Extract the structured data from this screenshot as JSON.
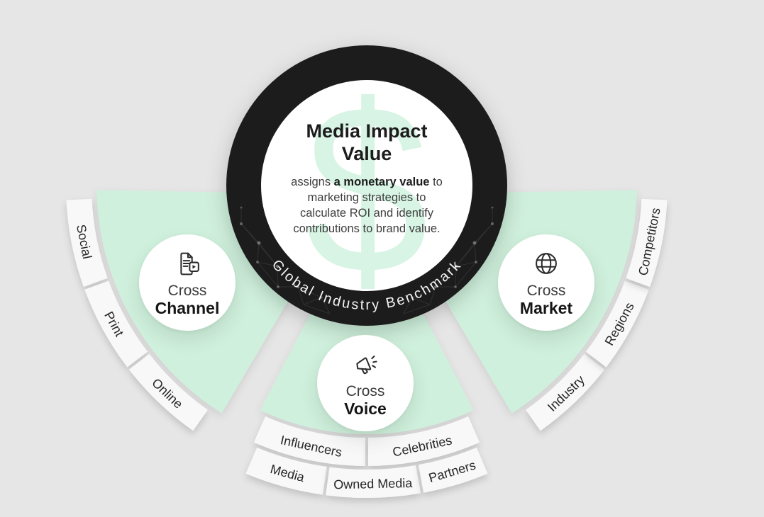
{
  "background_color": "#e6e6e6",
  "colors": {
    "wedge_green": "#cff0dc",
    "ring_black": "#1d1d1f",
    "tile_white": "#f8f8f8",
    "watermark_green": "#d8f4e4",
    "text_dark": "#1c1c1c"
  },
  "center": {
    "title": "Media Impact Value",
    "description_pre": "assigns ",
    "description_bold": "a monetary value",
    "description_post": " to marketing strategies to calculate ROI and identify contributions to brand value.",
    "ring_label": "Global Industry Benchmark",
    "watermark": "$"
  },
  "sections": [
    {
      "id": "channel",
      "prefix": "Cross",
      "name": "Channel",
      "icon": "document-media-icon",
      "tiles": [
        "Social",
        "Print",
        "Online"
      ]
    },
    {
      "id": "voice",
      "prefix": "Cross",
      "name": "Voice",
      "icon": "megaphone-icon",
      "tiles_row_1": [
        "Influencers",
        "Celebrities"
      ],
      "tiles_row_2": [
        "Media",
        "Owned Media",
        "Partners"
      ]
    },
    {
      "id": "market",
      "prefix": "Cross",
      "name": "Market",
      "icon": "globe-icon",
      "tiles": [
        "Industry",
        "Regions",
        "Competitors"
      ]
    }
  ]
}
